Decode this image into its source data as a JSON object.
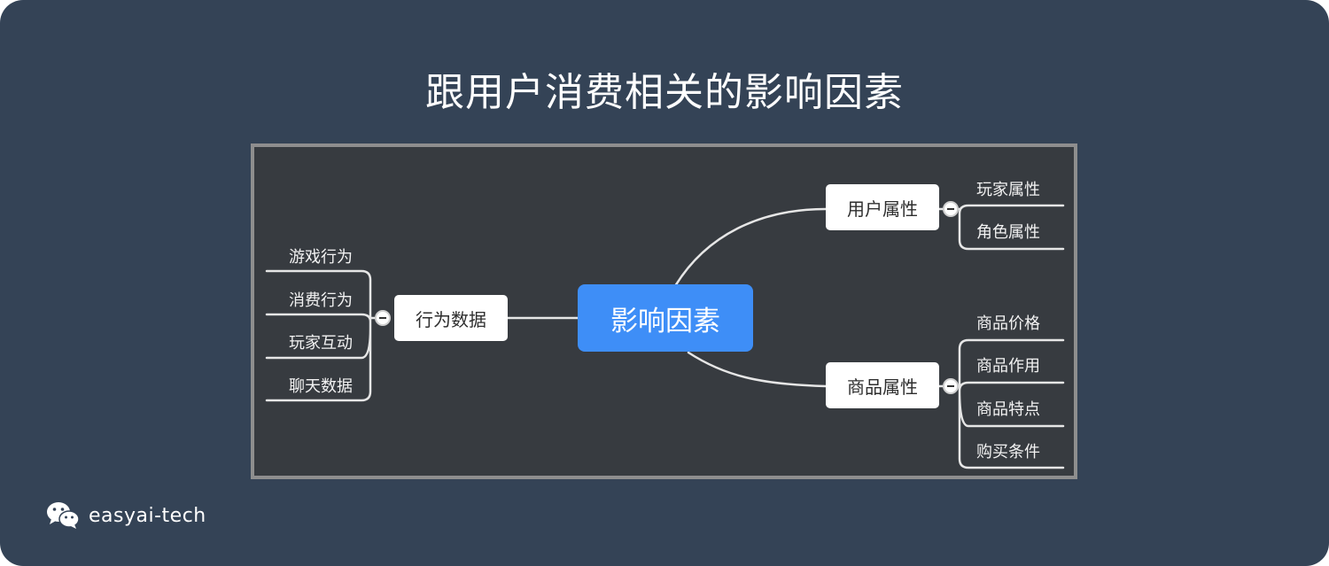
{
  "title": "跟用户消费相关的影响因素",
  "mindmap": {
    "root": "影响因素",
    "left_branch": {
      "label": "行为数据",
      "leaves": [
        "游戏行为",
        "消费行为",
        "玩家互动",
        "聊天数据"
      ]
    },
    "right_top_branch": {
      "label": "用户属性",
      "leaves": [
        "玩家属性",
        "角色属性"
      ]
    },
    "right_bottom_branch": {
      "label": "商品属性",
      "leaves": [
        "商品价格",
        "商品作用",
        "商品特点",
        "购买条件"
      ]
    }
  },
  "brand": {
    "icon": "wechat-icon",
    "text": "easyai-tech"
  },
  "colors": {
    "background": "#344356",
    "canvas": "#373b40",
    "root_fill": "#3e8ef7",
    "connector": "#e6e6e6"
  }
}
